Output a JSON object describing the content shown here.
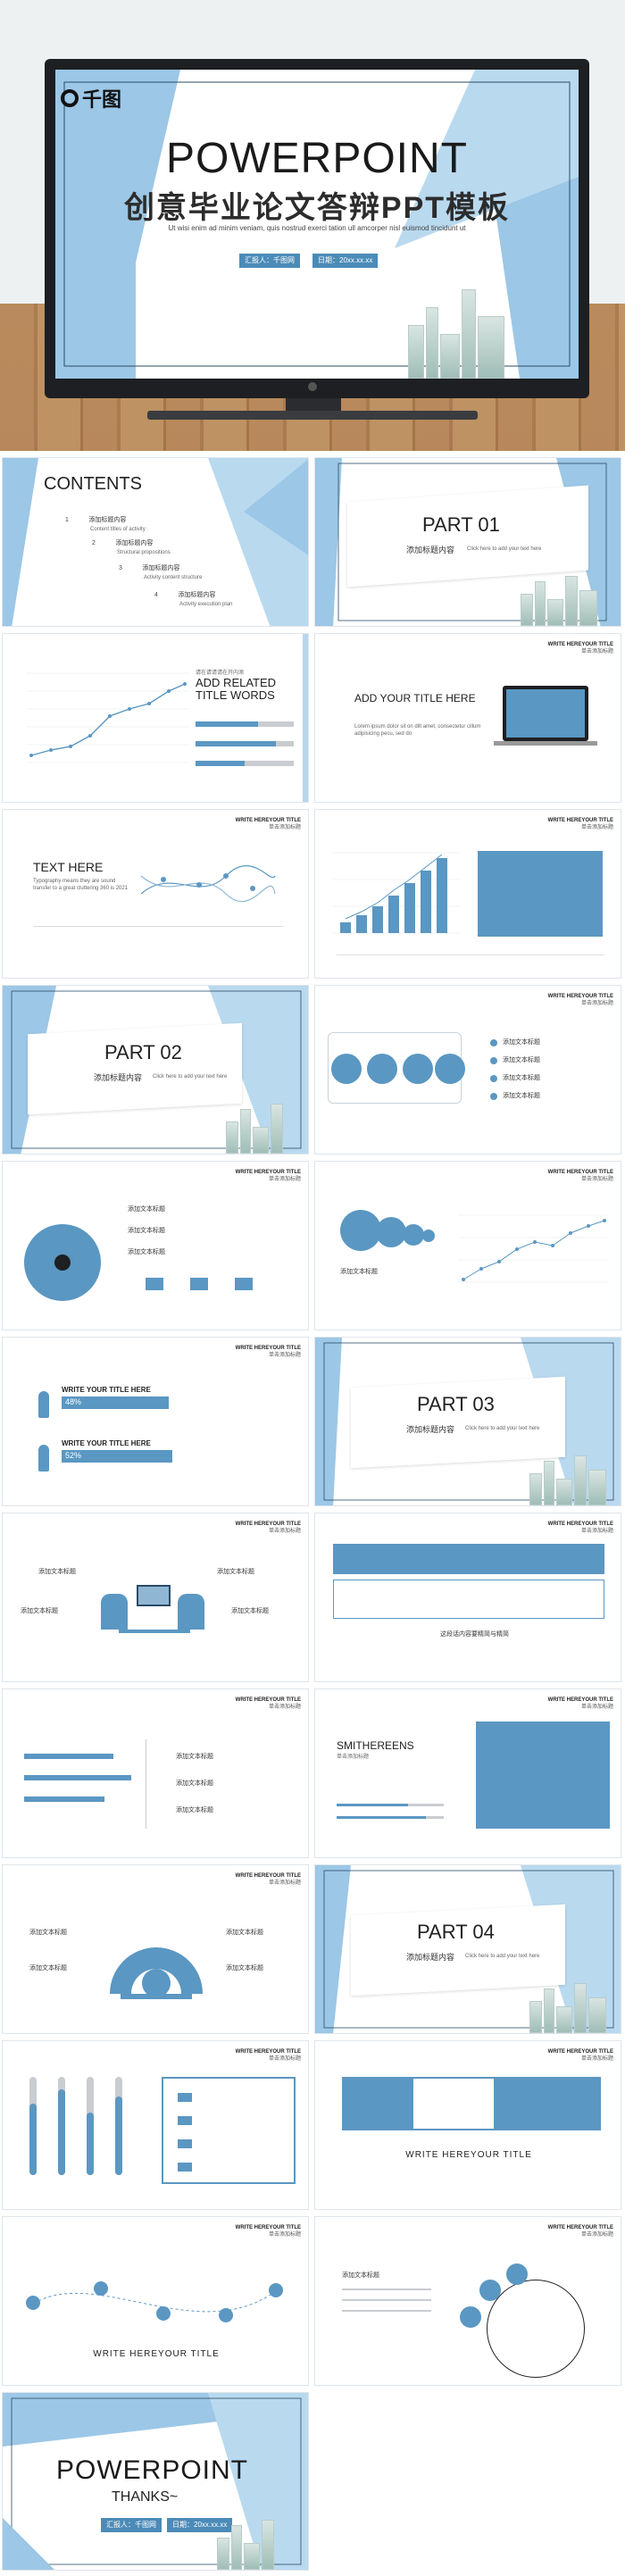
{
  "hero": {
    "brand": "千图",
    "title": "POWERPOINT",
    "subtitle": "创意毕业论文答辩PPT模板",
    "lorem": "Ut wisi enim ad minim veniam, quis nostrud exerci tation ull amcorper nisl euismod tincidunt ut",
    "presenter": "汇报人：千图网",
    "date": "日期：20xx.xx.xx"
  },
  "common": {
    "header_en": "WRITE HEREYOUR TITLE",
    "header_cn": "单击添加标题"
  },
  "contents": {
    "title": "CONTENTS",
    "items": [
      {
        "num": "1",
        "cn": "添加标题内容",
        "en": "Content titles of activity"
      },
      {
        "num": "2",
        "cn": "添加标题内容",
        "en": "Structural propositions"
      },
      {
        "num": "3",
        "cn": "添加标题内容",
        "en": "Activity content structure"
      },
      {
        "num": "4",
        "cn": "添加标题内容",
        "en": "Activity execution plan"
      }
    ]
  },
  "parts": [
    {
      "title": "PART 01",
      "sub": "添加标题内容",
      "hint": "Click here to add your text here"
    },
    {
      "title": "PART 02",
      "sub": "添加标题内容",
      "hint": "Click here to add your text here"
    },
    {
      "title": "PART 03",
      "sub": "添加标题内容",
      "hint": "Click here to add your text here"
    },
    {
      "title": "PART 04",
      "sub": "添加标题内容",
      "hint": "Click here to add your text here"
    }
  ],
  "slide_related": {
    "cn": "请在请请请在开内添",
    "title": "ADD RELATED TITLE WORDS"
  },
  "slide_laptop": {
    "title": "ADD YOUR TITLE HERE",
    "body": "Lorem ipsum dolor sit on dilt amet, consectetur cillum adipisicing pecu, sed do"
  },
  "slide_text": {
    "title": "TEXT HERE",
    "body": "Typography means they are sound transfer to a great cluttering 360 is 2021"
  },
  "slide_people": {
    "row1": "WRITE YOUR TITLE HERE",
    "pct1": "48%",
    "row2": "WRITE YOUR TITLE HERE",
    "pct2": "52%"
  },
  "slide_circles_label": "添加文本标题",
  "slide_caption": "这段话内容要精简与精简",
  "slide_smith": {
    "title": "SMITHEREENS",
    "cn": "单击添加标题"
  },
  "slide_write": "WRITE HEREYOUR TITLE",
  "final": {
    "title": "POWERPOINT",
    "sub": "THANKS~",
    "presenter": "汇报人：千图网",
    "date": "日期：20xx.xx.xx"
  }
}
